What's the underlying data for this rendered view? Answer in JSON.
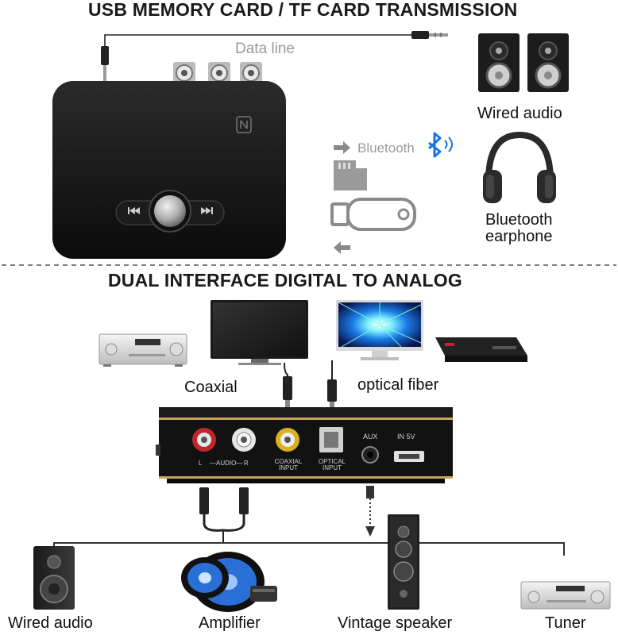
{
  "headings": {
    "top": "USB MEMORY CARD / TF CARD TRANSMISSION",
    "middle": "DUAL INTERFACE DIGITAL TO ANALOG"
  },
  "top_section": {
    "data_line": "Data line",
    "bluetooth": "Bluetooth",
    "wired_audio": "Wired audio",
    "bluetooth_earphone_line1": "Bluetooth",
    "bluetooth_earphone_line2": "earphone"
  },
  "middle_section": {
    "coaxial": "Coaxial",
    "optical_fiber": "optical fiber"
  },
  "panel": {
    "l": "L",
    "audio": "—AUDIO—",
    "r": "R",
    "coaxial_line1": "COAXIAL",
    "coaxial_line2": "INPUT",
    "optical_line1": "OPTICAL",
    "optical_line2": "INPUT",
    "aux": "AUX",
    "in5v": "IN 5V"
  },
  "bottom_section": {
    "wired_audio": "Wired audio",
    "amplifier": "Amplifier",
    "vintage_speaker": "Vintage speaker",
    "tuner": "Tuner"
  },
  "colors": {
    "bluetooth_blue": "#1577e0",
    "device_black": "#141414",
    "gold_trim": "#c8a458",
    "rca_red": "#c0262a",
    "rca_yellow": "#d9b021",
    "speaker_blue": "#2a6fd6"
  },
  "icons": [
    "nfc-icon",
    "prev-track-icon",
    "next-track-icon",
    "bluetooth-icon",
    "arrow-right-icon",
    "arrow-left-icon"
  ]
}
